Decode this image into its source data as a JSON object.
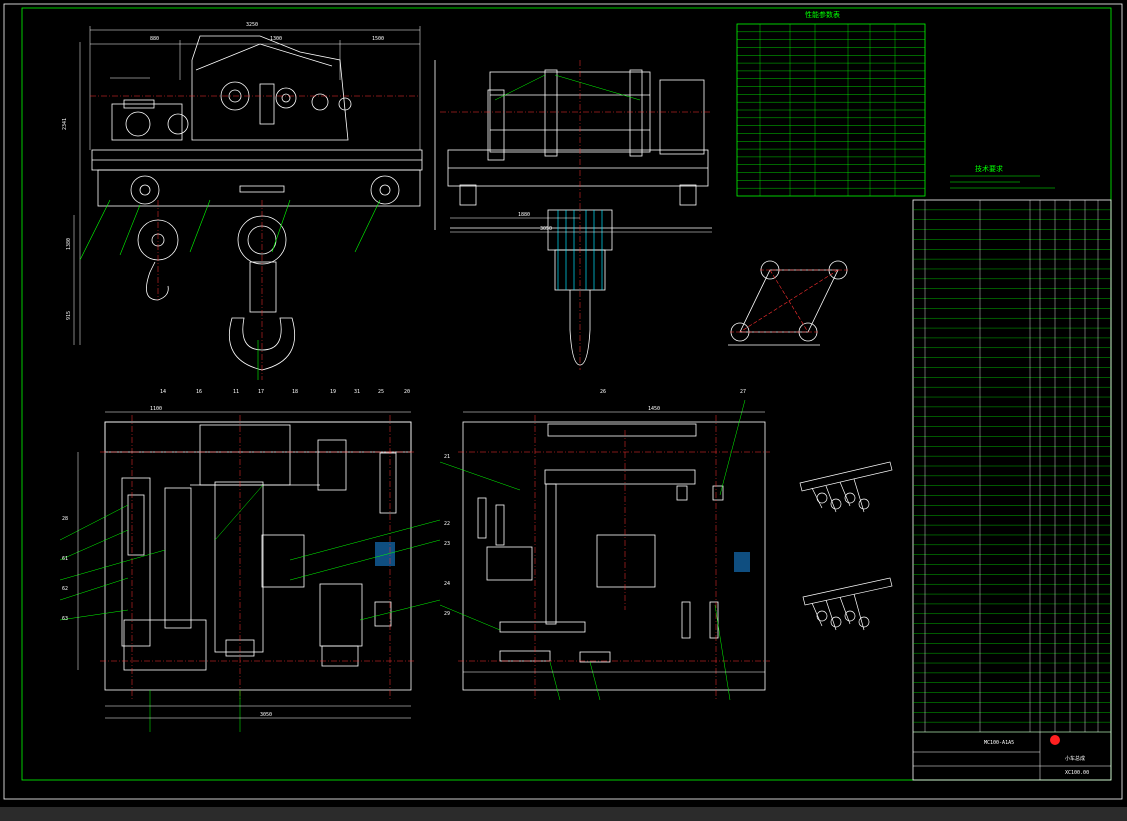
{
  "drawing": {
    "perf_table_title": "性能参数表",
    "tech_req_title": "技术要求",
    "stamp_model": "MC100-A1A5",
    "stamp_code": "XC100.00",
    "stamp_name": "小车总成"
  },
  "dimensions": {
    "top_overall": "3250",
    "top_left": "880",
    "top_mid": "1300",
    "top_right": "1500",
    "height_left": "2341",
    "height_lower": "915",
    "left_mid": "1380",
    "side_span": "1880",
    "side_wheel_base": "3050",
    "plan_left_w": "1100",
    "plan_left_total": "3050",
    "plan_right_w": "1450"
  },
  "leaders": [
    "14",
    "16",
    "11",
    "17",
    "18",
    "19",
    "31",
    "25",
    "20",
    "21",
    "22",
    "23",
    "24",
    "29",
    "26",
    "27",
    "28",
    "61",
    "62",
    "63"
  ],
  "parts_rows": 54,
  "statusbar": ""
}
